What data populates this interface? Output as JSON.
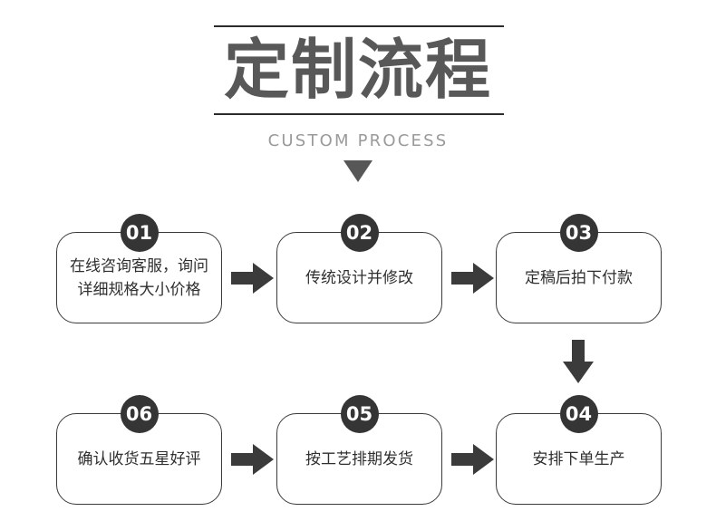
{
  "header": {
    "title": "定制流程",
    "subtitle": "CUSTOM PROCESS",
    "rule_color": "#2b2b2b",
    "title_color": "#585858",
    "subtitle_color": "#9a9a9a",
    "triangle_icon": "triangle-down-icon"
  },
  "theme": {
    "background": "#ffffff",
    "box_border": "#3a3a3a",
    "badge_fill": "#353535",
    "badge_text": "#ffffff",
    "arrow_fill": "#3b3b3b",
    "body_text": "#2f2f2f"
  },
  "flow": {
    "rows": [
      {
        "direction": "left-to-right",
        "steps": [
          {
            "number": "01",
            "lines": [
              "在线咨询客服，询问",
              "详细规格大小价格"
            ],
            "text": "在线咨询客服，询问\n详细规格大小价格"
          },
          {
            "number": "02",
            "lines": [
              "传统设计并修改"
            ],
            "text": "传统设计并修改"
          },
          {
            "number": "03",
            "lines": [
              "定稿后拍下付款"
            ],
            "text": "定稿后拍下付款"
          }
        ]
      },
      {
        "direction": "left-to-right",
        "steps": [
          {
            "number": "06",
            "lines": [
              "确认收货五星好评"
            ],
            "text": "确认收货五星好评"
          },
          {
            "number": "05",
            "lines": [
              "按工艺排期发货"
            ],
            "text": "按工艺排期发货"
          },
          {
            "number": "04",
            "lines": [
              "安排下单生产"
            ],
            "text": "安排下单生产"
          }
        ]
      }
    ],
    "connectors": [
      {
        "icon": "arrow-right-icon",
        "from": "01",
        "to": "02"
      },
      {
        "icon": "arrow-right-icon",
        "from": "02",
        "to": "03"
      },
      {
        "icon": "arrow-down-icon",
        "from": "03",
        "to": "04"
      },
      {
        "icon": "arrow-right-icon",
        "from": "06",
        "to": "05"
      },
      {
        "icon": "arrow-right-icon",
        "from": "05",
        "to": "04"
      }
    ]
  }
}
